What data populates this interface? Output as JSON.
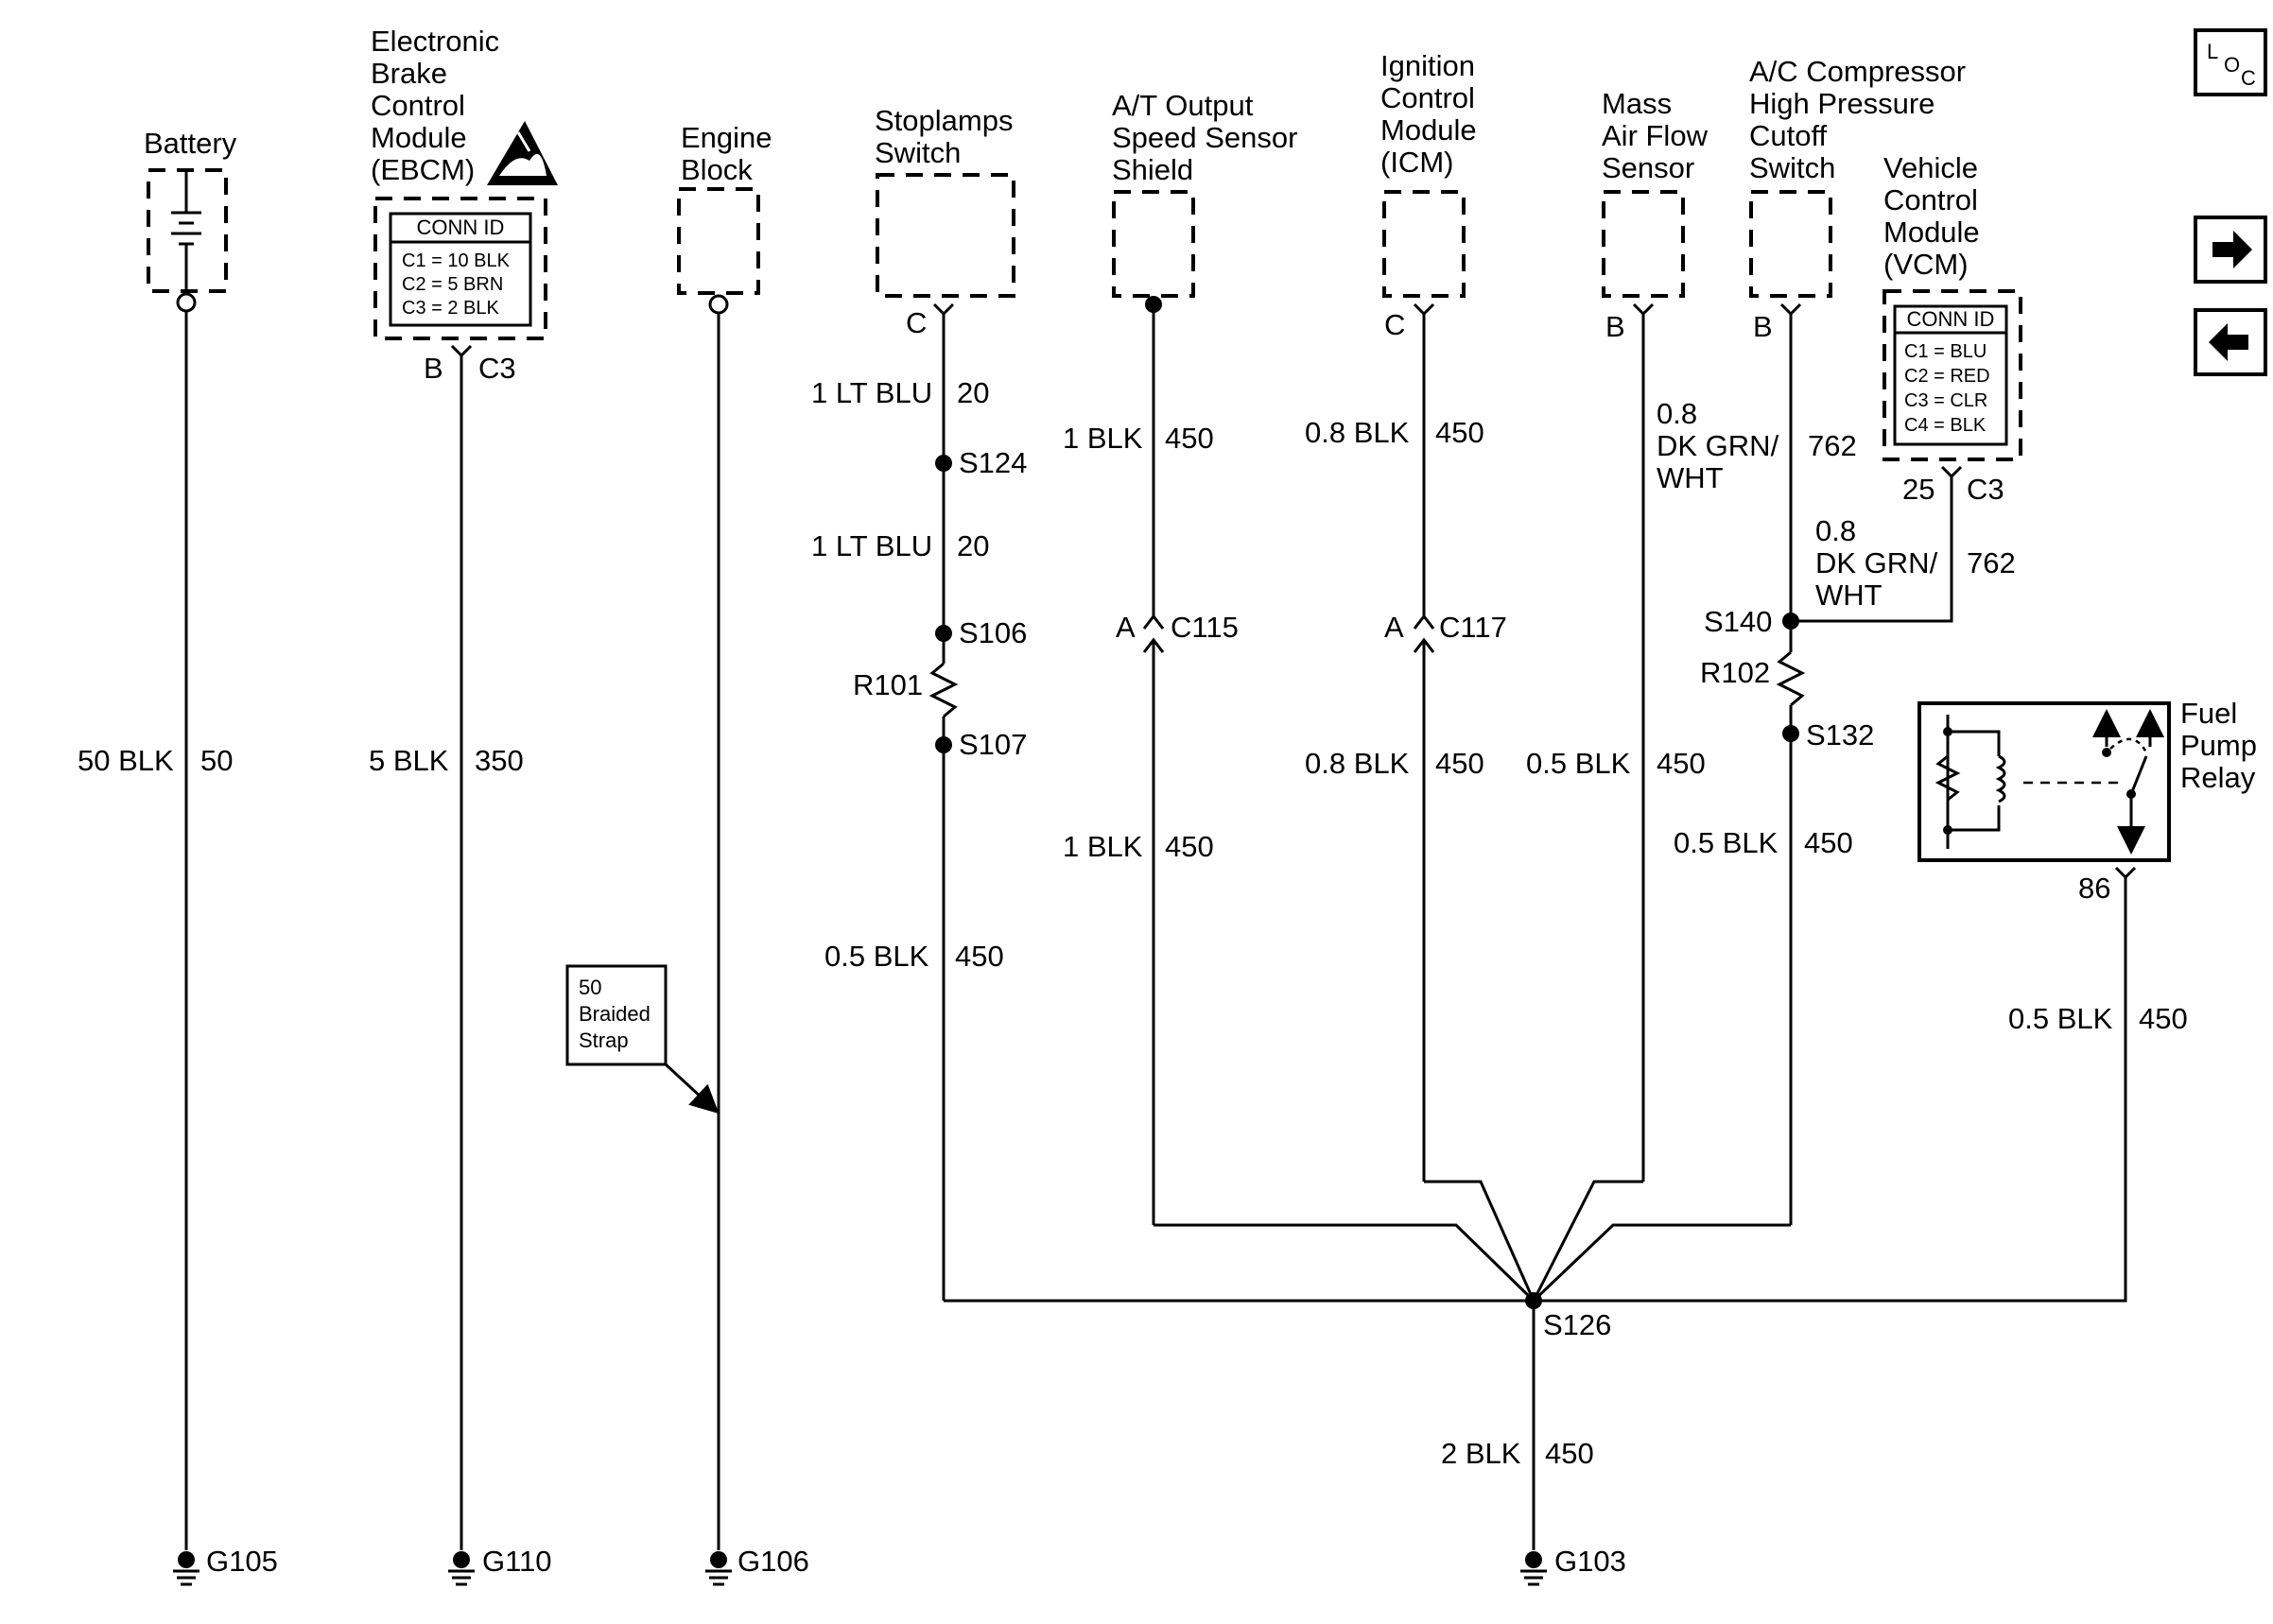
{
  "components": {
    "battery": "Battery",
    "ebcm": [
      "Electronic",
      "Brake",
      "Control",
      "Module",
      "(EBCM)"
    ],
    "engine_block": [
      "Engine",
      "Block"
    ],
    "stoplamps": [
      "Stoplamps",
      "Switch"
    ],
    "at_sensor": [
      "A/T Output",
      "Speed Sensor",
      "Shield"
    ],
    "icm": [
      "Ignition",
      "Control",
      "Module",
      "(ICM)"
    ],
    "maf": [
      "Mass",
      "Air Flow",
      "Sensor"
    ],
    "ac_switch": [
      "A/C Compressor",
      "High Pressure",
      "Cutoff",
      "Switch"
    ],
    "vcm": [
      "Vehicle",
      "Control",
      "Module",
      "(VCM)"
    ],
    "fuel_relay": [
      "Fuel",
      "Pump",
      "Relay"
    ]
  },
  "conn_id": {
    "ebcm": {
      "title": "CONN ID",
      "rows": [
        "C1 = 10 BLK",
        "C2 = 5 BRN",
        "C3 = 2 BLK"
      ]
    },
    "vcm": {
      "title": "CONN ID",
      "rows": [
        "C1 = BLU",
        "C2 = RED",
        "C3 = CLR",
        "C4 = BLK"
      ]
    }
  },
  "pins": {
    "ebcm": [
      "B",
      "C3"
    ],
    "stoplamps": "C",
    "icm": "C",
    "maf": "B",
    "ac_switch": "B",
    "vcm": [
      "25",
      "C3"
    ],
    "at_c115": "A",
    "icm_c117": "A",
    "relay": "86"
  },
  "connectors": {
    "c115": "C115",
    "c117": "C117"
  },
  "splices": {
    "s124": "S124",
    "s106": "S106",
    "s107": "S107",
    "s126": "S126",
    "s140": "S140",
    "s132": "S132"
  },
  "resistors": {
    "r101": "R101",
    "r102": "R102"
  },
  "grounds": {
    "g105": "G105",
    "g110": "G110",
    "g106": "G106",
    "g103": "G103"
  },
  "wires": {
    "battery": [
      "50 BLK",
      "50"
    ],
    "ebcm": [
      "5 BLK",
      "350"
    ],
    "stop1": [
      "1 LT BLU",
      "20"
    ],
    "stop2": [
      "1 LT BLU",
      "20"
    ],
    "stop3": [
      "0.5 BLK",
      "450"
    ],
    "at1": [
      "1 BLK",
      "450"
    ],
    "at2": [
      "1 BLK",
      "450"
    ],
    "icm1": [
      "0.8 BLK",
      "450"
    ],
    "icm2": [
      "0.8 BLK",
      "450"
    ],
    "maf1": [
      "0.8",
      "DK GRN/",
      "WHT",
      "762"
    ],
    "maf2": [
      "0.5 BLK",
      "450"
    ],
    "vcm1": [
      "0.8",
      "DK GRN/",
      "WHT",
      "762"
    ],
    "ac2": [
      "0.5 BLK",
      "450"
    ],
    "relay": [
      "0.5 BLK",
      "450"
    ],
    "main": [
      "2 BLK",
      "450"
    ]
  },
  "strap_note": [
    "50",
    "Braided",
    "Strap"
  ],
  "nav": {
    "loc": [
      "L",
      "O",
      "C"
    ]
  }
}
